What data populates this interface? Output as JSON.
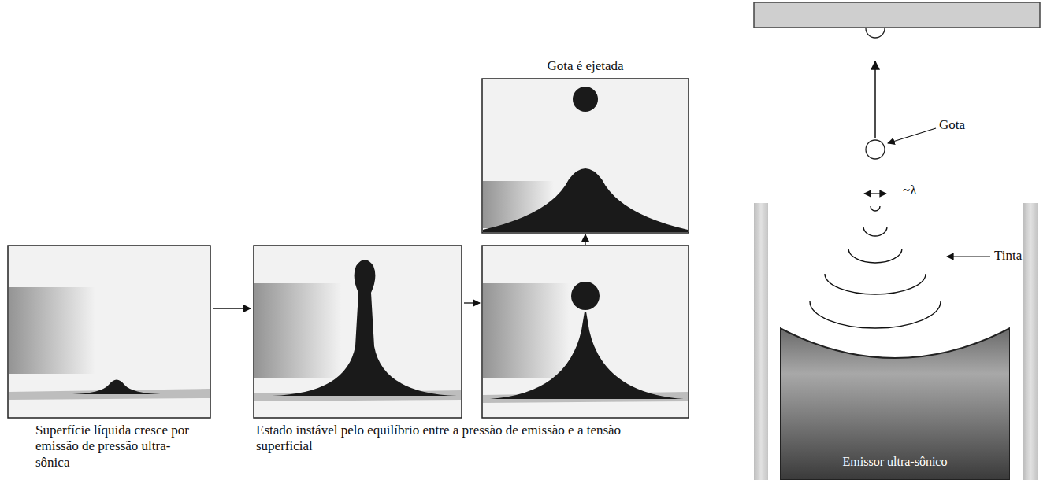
{
  "diagram": {
    "nodes": [
      {
        "text": [
          "Emissor ultra-sônico"
        ]
      }
    ],
    "labels": [
      "Gota é ejetada",
      "Superfície líquida cresce por emissão de pressão ultra-sônica",
      "Estado instável pelo equilíbrio entre a pressão de emissão e a tensão superficial",
      "Gota",
      "~λ",
      "Tinta"
    ]
  }
}
